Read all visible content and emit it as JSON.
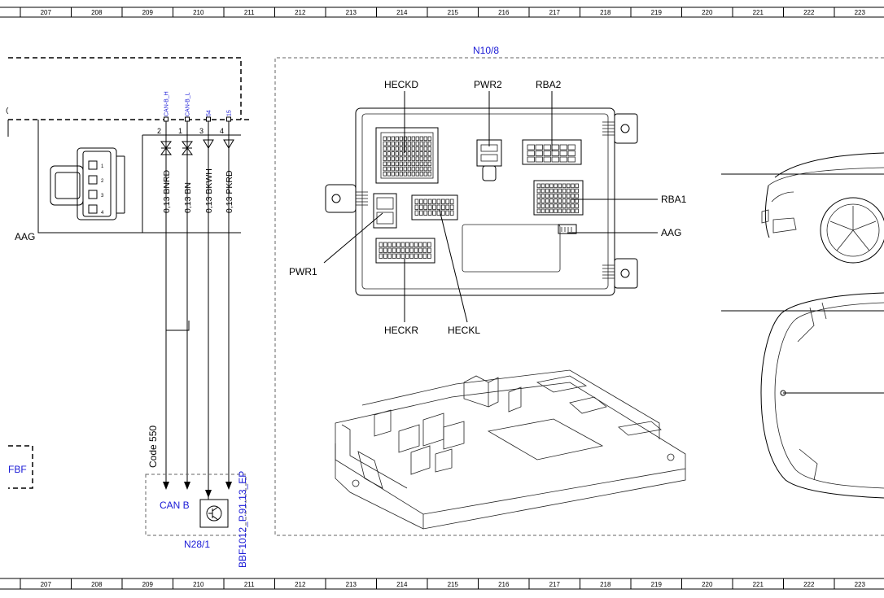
{
  "ruler": {
    "numbers": [
      "207",
      "208",
      "209",
      "210",
      "211",
      "212",
      "213",
      "214",
      "215",
      "216",
      "217",
      "218",
      "219",
      "220",
      "221",
      "222",
      "223"
    ]
  },
  "module": {
    "id": "N10/8",
    "connectors": {
      "heckd": "HECKD",
      "pwr2": "PWR2",
      "rba2": "RBA2",
      "rba1": "RBA1",
      "aag": "AAG",
      "pwr1": "PWR1",
      "heckr": "HECKR",
      "heckl": "HECKL"
    }
  },
  "left_connector": {
    "label": "AAG"
  },
  "wires": [
    {
      "pin": "2",
      "signal": "CAN-B_H",
      "label": "0,13 BNRD"
    },
    {
      "pin": "1",
      "signal": "CAN-B_L",
      "label": "0,13 BN"
    },
    {
      "pin": "3",
      "signal": "54",
      "label": "0,13 BKWH"
    },
    {
      "pin": "4",
      "signal": "15",
      "label": "0,13 PKRD"
    }
  ],
  "code_label": "Code 550",
  "receiver": {
    "can_label": "CAN B",
    "id": "N28/1",
    "ref": "BBF1012_P.91.13_EP"
  },
  "fbf_label": "FBF",
  "colors": {
    "link_blue": "#1a1ad6",
    "line": "#000000"
  }
}
